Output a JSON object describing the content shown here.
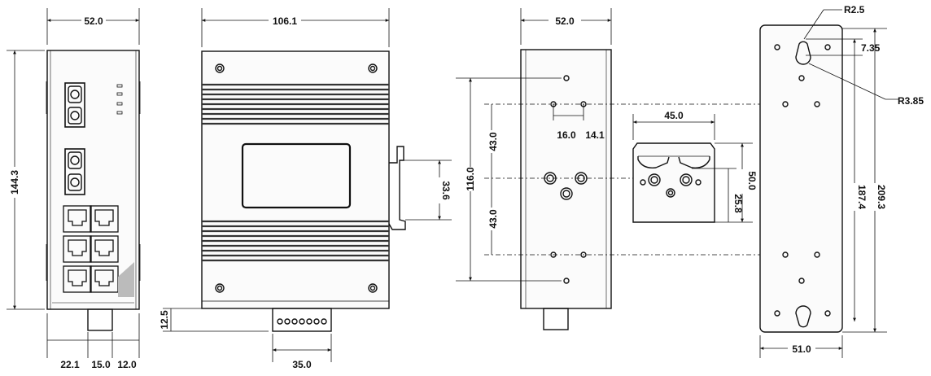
{
  "front_view": {
    "width": "52.0",
    "height": "144.3",
    "bottom_a": "22.1",
    "bottom_b": "15.0",
    "bottom_c": "12.0"
  },
  "side_view": {
    "width": "106.1",
    "din_clip": "33.6",
    "terminal_height": "12.5",
    "terminal_width": "35.0"
  },
  "back_view": {
    "width": "52.0",
    "hole_a": "16.0",
    "hole_b": "14.1",
    "upper": "43.0",
    "lower": "43.0",
    "total": "116.0"
  },
  "din_rail": {
    "width": "45.0",
    "height": "50.0",
    "inner": "25.8"
  },
  "wall_plate": {
    "radius_small": "R2.5",
    "radius_large": "R3.85",
    "slot": "7.35",
    "inner_height": "187.4",
    "outer_height": "209.3",
    "width": "51.0"
  },
  "colors": {
    "line": "#111111",
    "panel_fill": "#fbfbfb",
    "vent": "#333333"
  }
}
